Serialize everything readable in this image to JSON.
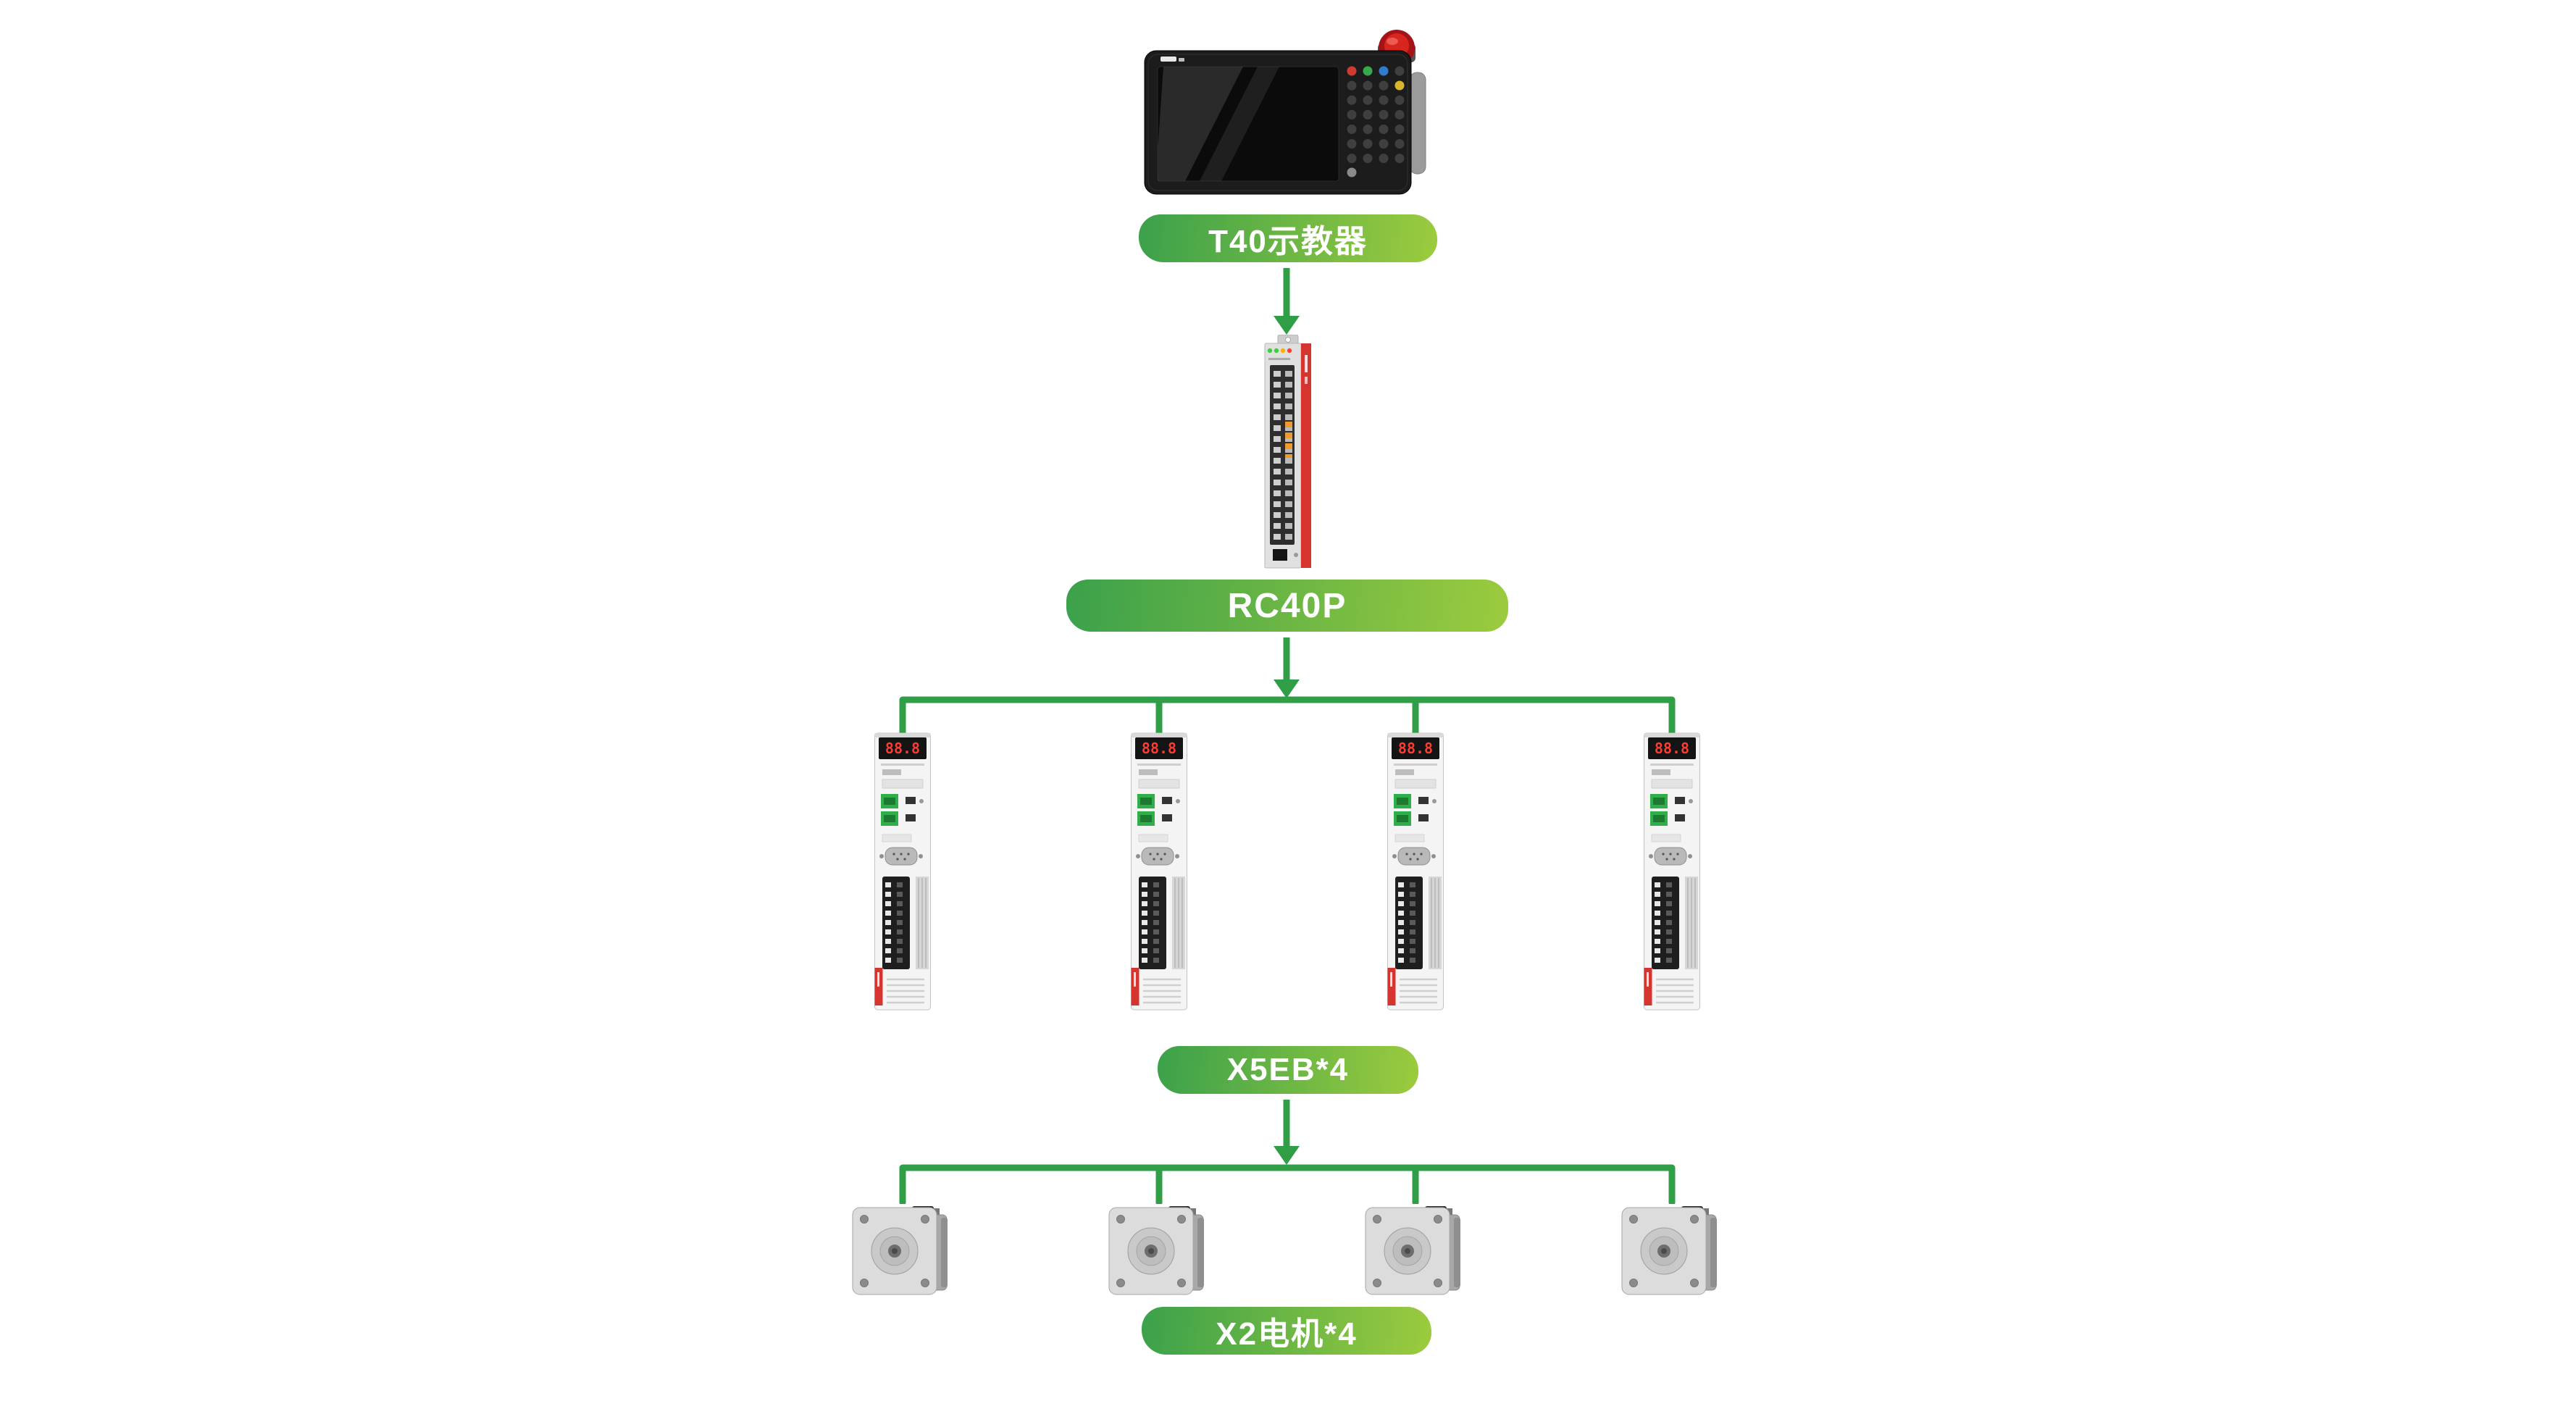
{
  "page": {
    "background": "#ffffff"
  },
  "palette": {
    "line_green": "#2f9e46",
    "banner_gradient_start": "#3ba14b",
    "banner_gradient_end": "#9ccb3e",
    "banner_text": "#ffffff",
    "device_red": "#d6342f",
    "drive_display_red": "#ff3b30"
  },
  "nodes": {
    "pendant": {
      "label": "T40示教器",
      "type": "teach-pendant",
      "icons": [
        "brand-logo",
        "emergency-stop-button",
        "keypad-buttons",
        "screen"
      ]
    },
    "controller": {
      "label": "RC40P",
      "type": "robot-controller",
      "icons": [
        "status-leds",
        "terminal-strip",
        "mounting-tab"
      ]
    },
    "drive_group": {
      "label": "X5EB*4",
      "count": 4,
      "type": "servo-drive",
      "display_text": "88.8",
      "icons": [
        "seven-segment-display",
        "ethernet-ports",
        "dsub-connector",
        "terminal-block"
      ]
    },
    "motor_group": {
      "label": "X2电机*4",
      "count": 4,
      "type": "servo-motor",
      "icons": [
        "flange",
        "shaft",
        "cooling-fins",
        "connector-box"
      ]
    }
  },
  "connections": [
    {
      "from": "pendant",
      "to": "controller",
      "type": "arrow"
    },
    {
      "from": "controller",
      "to": "drive_group",
      "type": "arrow-bus-tree"
    },
    {
      "from": "drive_group",
      "to": "motor_group",
      "type": "arrow-bus-tree"
    }
  ]
}
